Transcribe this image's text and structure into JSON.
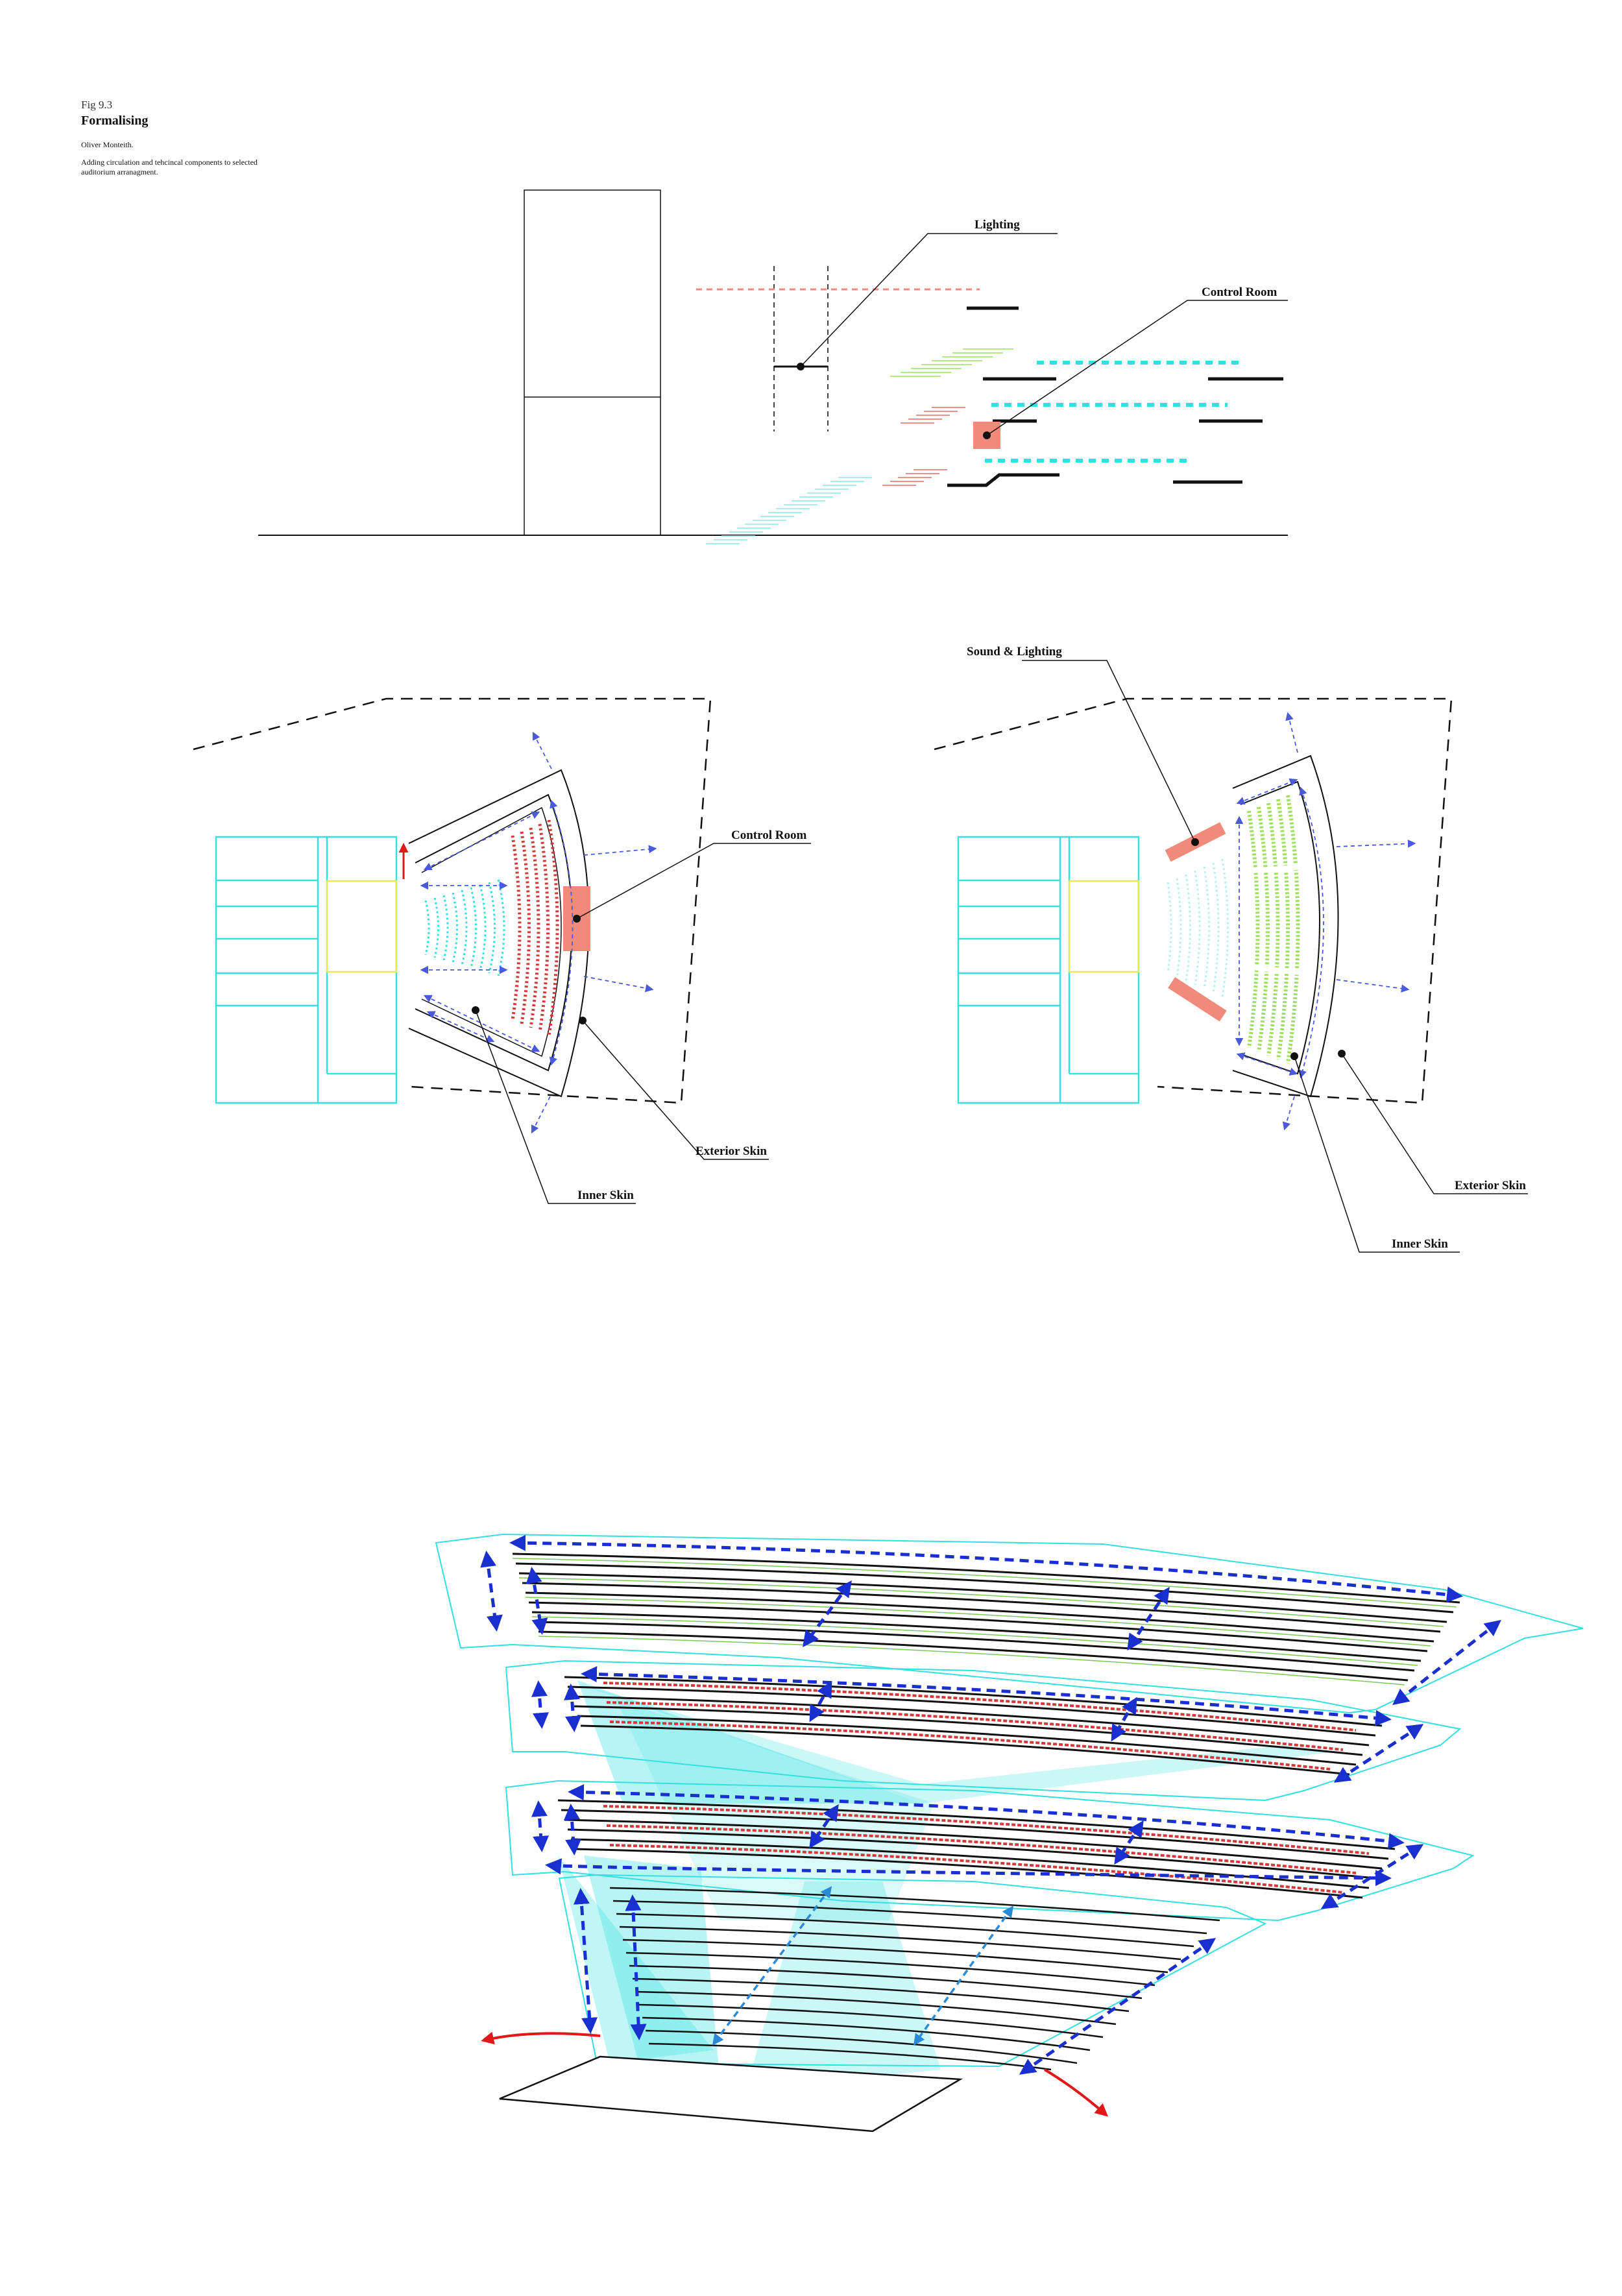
{
  "header": {
    "fig_number": "Fig 9.3",
    "title": "Formalising",
    "author": "Oliver Monteith.",
    "description": "Adding circulation and tehcincal components to selected auditorium arranagment."
  },
  "section_diagram": {
    "labels": {
      "lighting": "Lighting",
      "control_room": "Control Room"
    }
  },
  "plan_left": {
    "labels": {
      "control_room": "Control Room",
      "exterior_skin": "Exterior Skin",
      "inner_skin": "Inner Skin"
    }
  },
  "plan_right": {
    "labels": {
      "sound_lighting": "Sound & Lighting",
      "exterior_skin": "Exterior Skin",
      "inner_skin": "Inner Skin"
    }
  },
  "colors": {
    "cyan": "#33e0e0",
    "salmon": "#f08a7a",
    "red_seats": "#d23a3a",
    "green_seats": "#9ee05a",
    "yellow": "#e8e85a",
    "blue_arrows": "#1a2fd0",
    "red_arrow": "#e01818"
  }
}
